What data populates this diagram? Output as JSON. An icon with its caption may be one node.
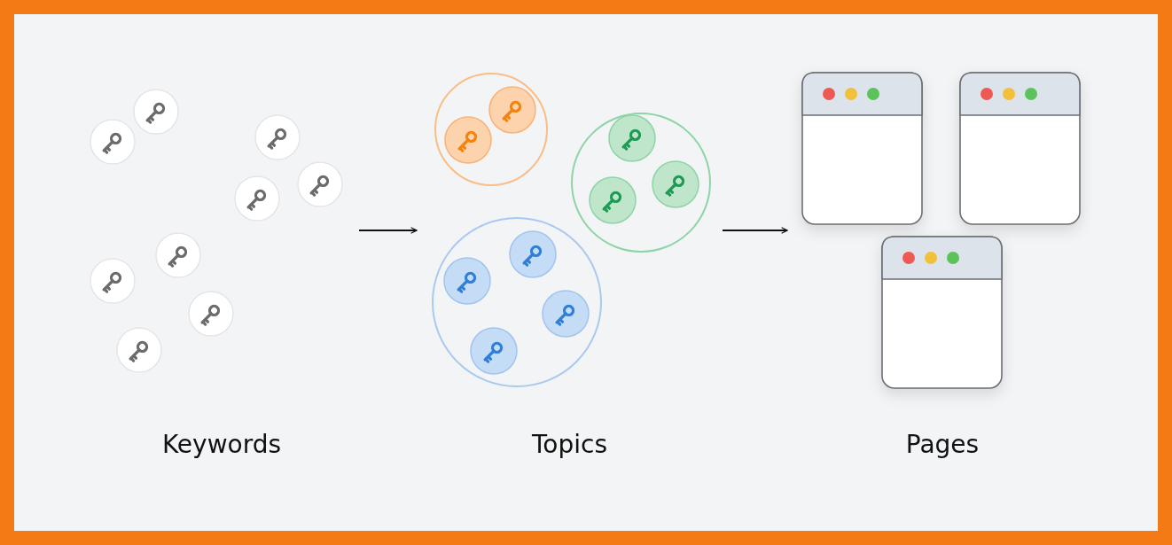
{
  "diagram": {
    "nodes": [
      {
        "text": [
          "Keywords"
        ]
      },
      {
        "text": [
          "Topics"
        ]
      },
      {
        "text": [
          "Pages"
        ]
      }
    ],
    "edges": [
      {
        "from": 0,
        "to": 1,
        "arrow": "to"
      },
      {
        "from": 1,
        "to": 2,
        "arrow": "to"
      }
    ]
  }
}
